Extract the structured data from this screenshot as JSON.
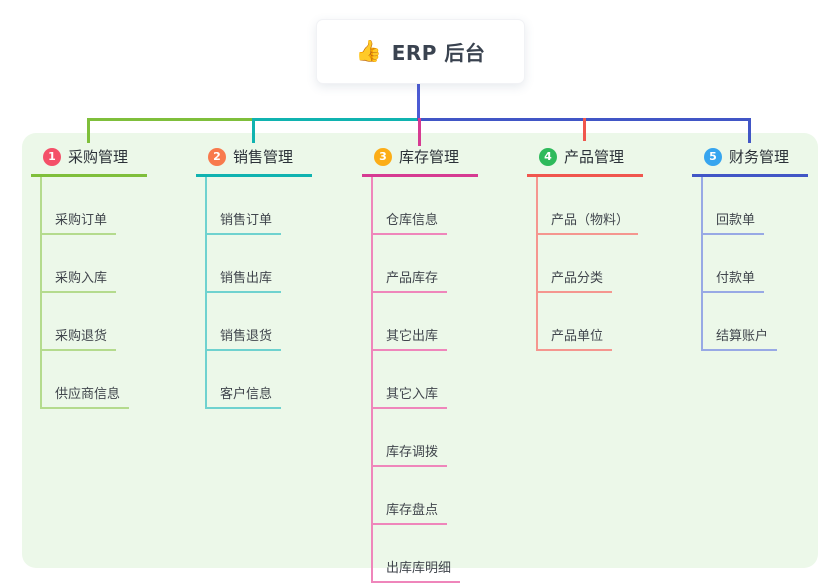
{
  "root": {
    "icon": "👍",
    "label": "ERP 后台",
    "connector_color": "#4c5bd4"
  },
  "panel_color": "#ecf8e9",
  "branches": [
    {
      "badge": "1",
      "label": "采购管理",
      "colors": {
        "line": "#7fbf3b",
        "line_light": "#b4db8d",
        "badge": "#f45069"
      },
      "children": [
        "采购订单",
        "采购入库",
        "采购退货",
        "供应商信息"
      ]
    },
    {
      "badge": "2",
      "label": "销售管理",
      "colors": {
        "line": "#10b3b0",
        "line_light": "#6fd2cf",
        "badge": "#f87a4d"
      },
      "children": [
        "销售订单",
        "销售出库",
        "销售退货",
        "客户信息"
      ]
    },
    {
      "badge": "3",
      "label": "库存管理",
      "colors": {
        "line": "#d63b92",
        "line_light": "#ef86bb",
        "badge": "#fcad17"
      },
      "children": [
        "仓库信息",
        "产品库存",
        "其它出库",
        "其它入库",
        "库存调拨",
        "库存盘点",
        "出库库明细"
      ]
    },
    {
      "badge": "4",
      "label": "产品管理",
      "colors": {
        "line": "#f0564e",
        "line_light": "#f5968f",
        "badge": "#2eba5b"
      },
      "children": [
        "产品（物料）",
        "产品分类",
        "产品单位"
      ]
    },
    {
      "badge": "5",
      "label": "财务管理",
      "colors": {
        "line": "#4156c6",
        "line_light": "#98a9e5",
        "badge": "#37a5ef"
      },
      "children": [
        "回款单",
        "付款单",
        "结算账户"
      ]
    }
  ]
}
